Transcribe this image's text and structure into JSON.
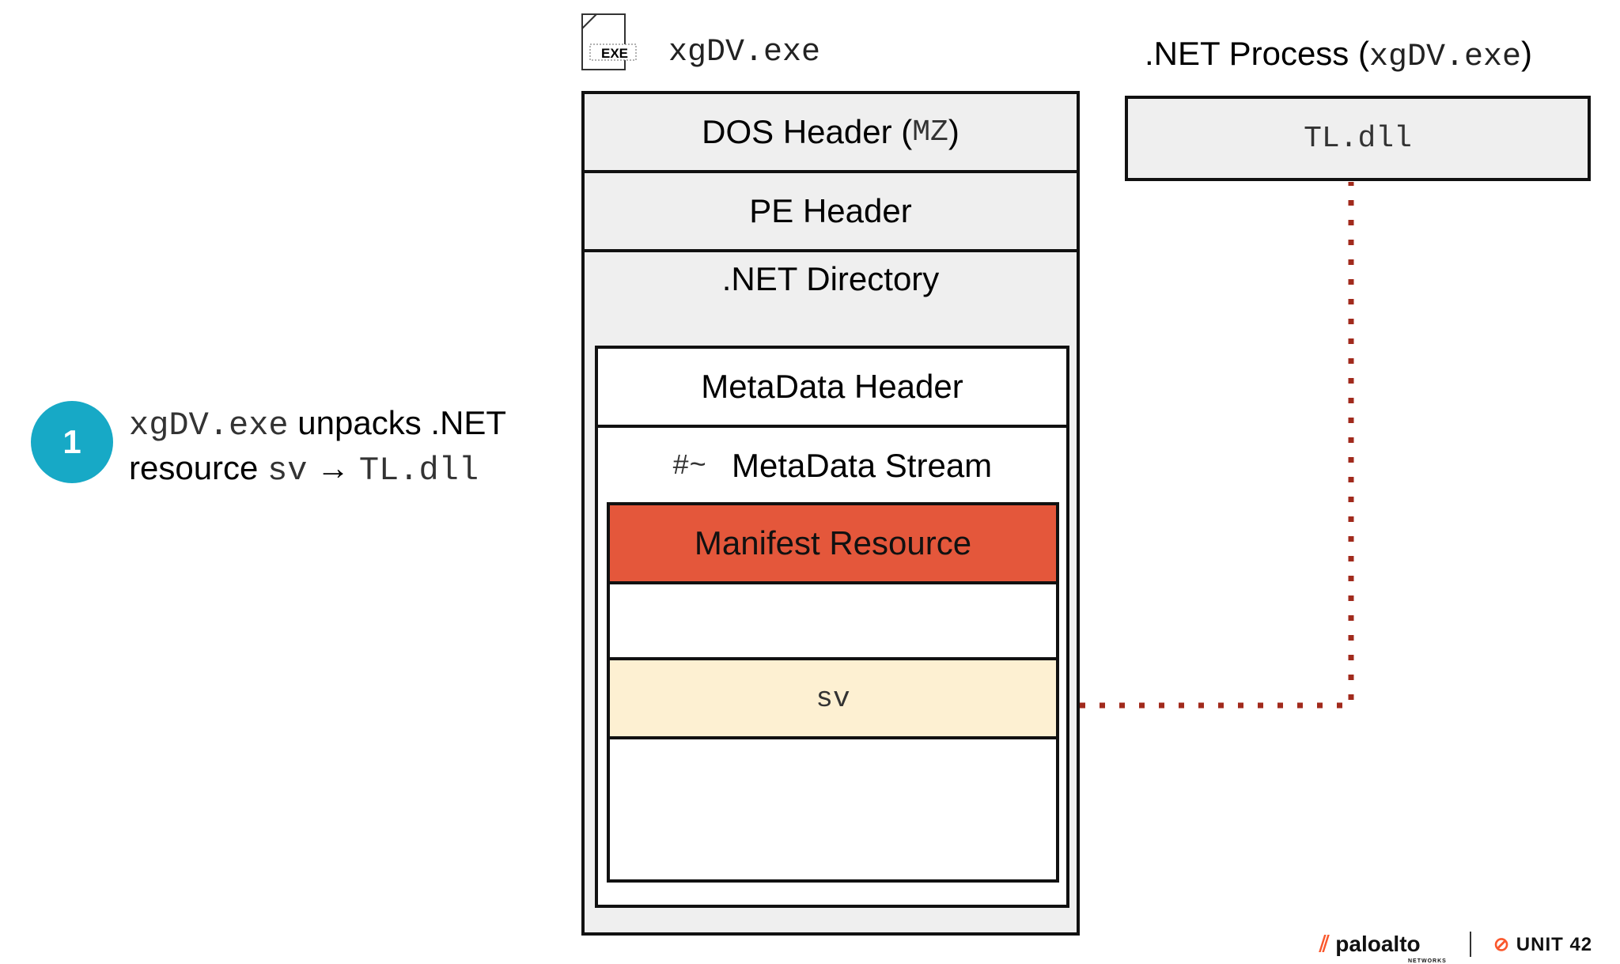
{
  "step": {
    "number": "1",
    "line1_code": "xgDV.exe",
    "line1_text": " unpacks .NET",
    "line2_text": "resource ",
    "line2_code1": "sv",
    "arrow": " → ",
    "line2_code2": "TL.dll"
  },
  "exe_file": {
    "icon_label": "EXE",
    "title": "xgDV.exe"
  },
  "pe_structure": {
    "dos_header": "DOS Header (",
    "dos_header_code": "MZ",
    "dos_header_end": ")",
    "pe_header": "PE Header",
    "net_directory": ".NET Directory",
    "metadata_header": "MetaData Header",
    "metadata_stream_prefix": "#~",
    "metadata_stream": "MetaData Stream",
    "manifest_resource": "Manifest Resource",
    "resource_name": "sv"
  },
  "process": {
    "title_prefix": ".NET Process (",
    "title_code": "xgDV.exe",
    "title_suffix": ")",
    "module": "TL.dll"
  },
  "colors": {
    "step_badge": "#17a9c6",
    "manifest_fill": "#e4573b",
    "sv_fill": "#fdf0d2",
    "box_fill": "#efefef",
    "connector": "#a12a1c"
  },
  "logos": {
    "paloalto": "paloalto",
    "paloalto_sub": "NETWORKS",
    "unit42": "UNIT 42"
  }
}
